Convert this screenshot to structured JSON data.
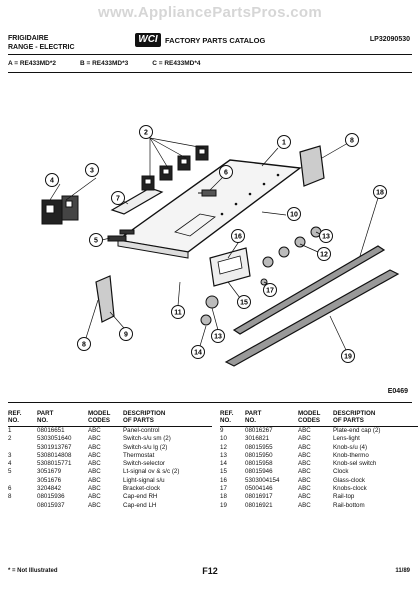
{
  "watermark": "www.AppliancePartsPros.com",
  "header": {
    "brand": "FRIGIDAIRE",
    "subtitle": "RANGE - ELECTRIC",
    "logo": "WCI",
    "catalog": "FACTORY PARTS CATALOG",
    "doc_code": "LP32090530"
  },
  "models": {
    "a": "A = RE433MD*2",
    "b": "B = RE433MD*3",
    "c": "C = RE433MD*4"
  },
  "diagram": {
    "code": "E0469",
    "callouts": [
      "1",
      "2",
      "3",
      "4",
      "5",
      "6",
      "7",
      "8",
      "9",
      "10",
      "11",
      "12",
      "13",
      "14",
      "15",
      "16",
      "17",
      "18",
      "19"
    ]
  },
  "table": {
    "headers": {
      "ref": "REF.\nNO.",
      "part": "PART\nNO.",
      "model": "MODEL\nCODES",
      "desc": "DESCRIPTION\nOF PARTS"
    },
    "left_rows": [
      {
        "ref": "1",
        "part": "08016651",
        "model": "ABC",
        "desc": "Panel-control"
      },
      {
        "ref": "2",
        "part": "5303051640",
        "model": "ABC",
        "desc": "Switch-s/u sm (2)"
      },
      {
        "ref": "",
        "part": "5301913767",
        "model": "ABC",
        "desc": "Switch-s/u lg (2)"
      },
      {
        "ref": "3",
        "part": "5308014808",
        "model": "ABC",
        "desc": "Thermostat"
      },
      {
        "ref": "4",
        "part": "5308015771",
        "model": "ABC",
        "desc": "Switch-selector"
      },
      {
        "ref": "5",
        "part": "3051679",
        "model": "ABC",
        "desc": "Lt-signal ov & s/c (2)"
      },
      {
        "ref": "",
        "part": "3051676",
        "model": "ABC",
        "desc": "Light-signal s/u"
      },
      {
        "ref": "6",
        "part": "3204842",
        "model": "ABC",
        "desc": "Bracket-clock"
      },
      {
        "ref": "8",
        "part": "08015936",
        "model": "ABC",
        "desc": "Cap-end RH"
      },
      {
        "ref": "",
        "part": "08015937",
        "model": "ABC",
        "desc": "Cap-end LH"
      }
    ],
    "right_rows": [
      {
        "ref": "9",
        "part": "08016267",
        "model": "ABC",
        "desc": "Plate-end cap (2)"
      },
      {
        "ref": "10",
        "part": "3016821",
        "model": "ABC",
        "desc": "Lens-light"
      },
      {
        "ref": "12",
        "part": "08015955",
        "model": "ABC",
        "desc": "Knob-s/u (4)"
      },
      {
        "ref": "13",
        "part": "08015950",
        "model": "ABC",
        "desc": "Knob-thermo"
      },
      {
        "ref": "14",
        "part": "08015958",
        "model": "ABC",
        "desc": "Knob-sel switch"
      },
      {
        "ref": "15",
        "part": "08015946",
        "model": "ABC",
        "desc": "Clock"
      },
      {
        "ref": "16",
        "part": "5303004154",
        "model": "ABC",
        "desc": "Glass-clock"
      },
      {
        "ref": "17",
        "part": "05004146",
        "model": "ABC",
        "desc": "Knobs-clock"
      },
      {
        "ref": "18",
        "part": "08016917",
        "model": "ABC",
        "desc": "Rail-top"
      },
      {
        "ref": "19",
        "part": "08016921",
        "model": "ABC",
        "desc": "Rail-bottom"
      }
    ]
  },
  "footer": {
    "note": "* = Not Illustrated",
    "page": "F12",
    "date": "11/89"
  }
}
